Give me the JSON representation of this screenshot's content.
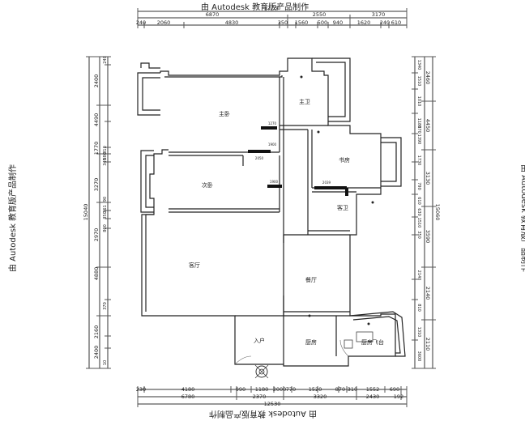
{
  "watermark": "由 Autodesk 教育版产品制作",
  "rooms": {
    "master_bedroom": "主卧",
    "master_bath": "主卫",
    "second_bedroom": "次卧",
    "study": "书房",
    "guest_bath": "客卫",
    "living_room": "客厅",
    "dining_room": "餐厅",
    "entry": "入户",
    "kitchen": "厨房",
    "kitchen_balcony": "厨房飞台"
  },
  "dims": {
    "top_total": "12730",
    "top_row1": [
      "6870",
      "2550",
      "3170"
    ],
    "top_row2": [
      "240",
      "2060",
      "4830",
      "350",
      "1560",
      "500",
      "940",
      "1620",
      "240",
      "610"
    ],
    "bottom_row1": [
      "230",
      "4180",
      "990",
      "1180",
      "2000",
      "770",
      "1520",
      "870",
      "310",
      "1552",
      "690"
    ],
    "bottom_row2": [
      "6780",
      "2370",
      "3320",
      "2430",
      "192"
    ],
    "bottom_total": "12530",
    "left_total": "15040",
    "left_row1": [
      "2400",
      "4490",
      "1770",
      "3270",
      "2970",
      "4880",
      "2160",
      "2400"
    ],
    "left_small": [
      "240",
      "310",
      "580",
      "340",
      "90",
      "361",
      "350",
      "800",
      "370",
      "10"
    ],
    "right_total": "15060",
    "right_row1": [
      "2460",
      "4450",
      "3130",
      "3590",
      "2140",
      "2110"
    ],
    "right_small": [
      "1340",
      "1510",
      "1010",
      "1180",
      "670",
      "1390",
      "1730",
      "790",
      "610",
      "630",
      "1510",
      "350",
      "2140",
      "810",
      "1310",
      "3600"
    ],
    "door_labels": [
      "1270",
      "2050",
      "1900",
      "2039",
      "1900"
    ]
  }
}
